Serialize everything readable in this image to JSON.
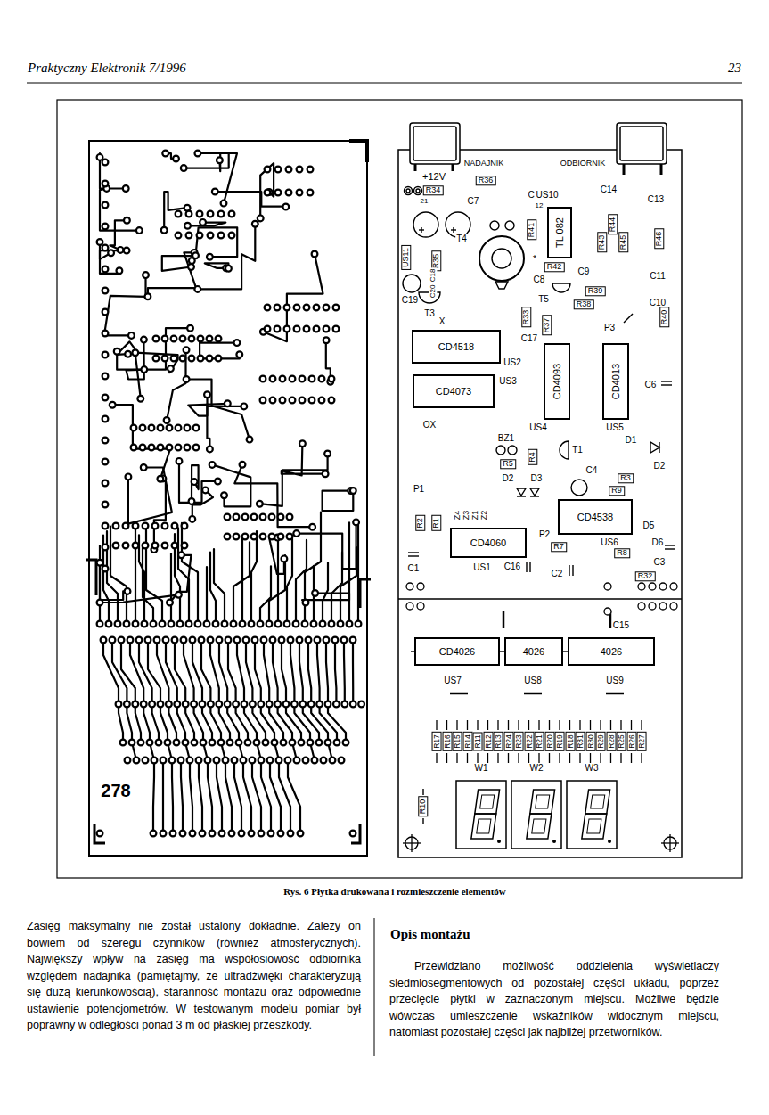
{
  "diagram": {
    "caption": "Rys. 6 Płytka drukowana i rozmieszczenie elementów",
    "nodes": [
      {
        "text": [
          "TL 082"
        ]
      },
      {
        "text": [
          "CD4518"
        ]
      },
      {
        "text": [
          "CD4093"
        ]
      },
      {
        "text": [
          "CD4013"
        ]
      },
      {
        "text": [
          "CD4073"
        ]
      },
      {
        "text": [
          "CD4538"
        ]
      },
      {
        "text": [
          "CD4060"
        ]
      },
      {
        "text": [
          "CD4026"
        ]
      },
      {
        "text": [
          "4026"
        ]
      },
      {
        "text": [
          "4026"
        ]
      }
    ],
    "labels": [
      "Praktyczny Elektronik 7/1996",
      "23",
      "NADAJNIK",
      "ODBIORNIK",
      "+12V",
      "R36",
      "R34",
      "21",
      "C7",
      "C",
      "US10",
      "C14",
      "C13",
      "R41",
      "12",
      "R44",
      "R43",
      "R45",
      "R46",
      "R42",
      "*",
      "US11",
      "T4",
      "R35",
      "C18",
      "C20",
      "C8",
      "C9",
      "C11",
      "C19",
      "T3",
      "R39",
      "R38",
      "C10",
      "T5",
      "R33",
      "R37",
      "C17",
      "P3",
      "R40",
      "X",
      "US2",
      "US3",
      "C6",
      "OX",
      "US4",
      "US5",
      "BZ1",
      "D1",
      "R5",
      "R4",
      "T1",
      "D2",
      "C4",
      "D2",
      "D3",
      "R3",
      "R9",
      "P1",
      "Z4",
      "Z3",
      "Z1",
      "Z2",
      "R2",
      "R1",
      "P2",
      "D5",
      "R7",
      "US6",
      "D6",
      "R8",
      "C1",
      "US1",
      "C16",
      "C2",
      "C3",
      "R32",
      "C15",
      "US7",
      "US8",
      "US9",
      "R17",
      "R16",
      "R15",
      "R14",
      "R11",
      "R12",
      "R13",
      "R24",
      "R23",
      "R22",
      "R21",
      "R20",
      "R19",
      "R18",
      "R31",
      "R30",
      "R29",
      "R28",
      "R25",
      "R26",
      "R27",
      "W1",
      "W2",
      "W3",
      "R10",
      "278",
      "Zasięg maksymalny nie został ustalony dokładnie. Zależy on bowiem od szeregu czynników (również atmosferycznych). Największy wpływ na zasięg ma współosiowość odbiornika względem nadajnika (pamiętajmy, ze ultradźwięki charakteryzują się dużą kierunkowością), staranność montażu oraz odpowiednie ustawienie potencjometrów. W testowanym modelu pomiar był poprawny w odległości ponad 3 m od płaskiej przeszkody.",
      "Opis montażu",
      "Przewidziano możliwość oddzielenia wyświetlaczy siedmiosegmentowych od pozostałej części układu, poprzez przecięcie płytki w zaznaczonym miejscu. Możliwe będzie wówczas umieszczenie wskaźników widocznym miejscu, natomiast pozostałej części jak najbliżej przetworników."
    ]
  }
}
